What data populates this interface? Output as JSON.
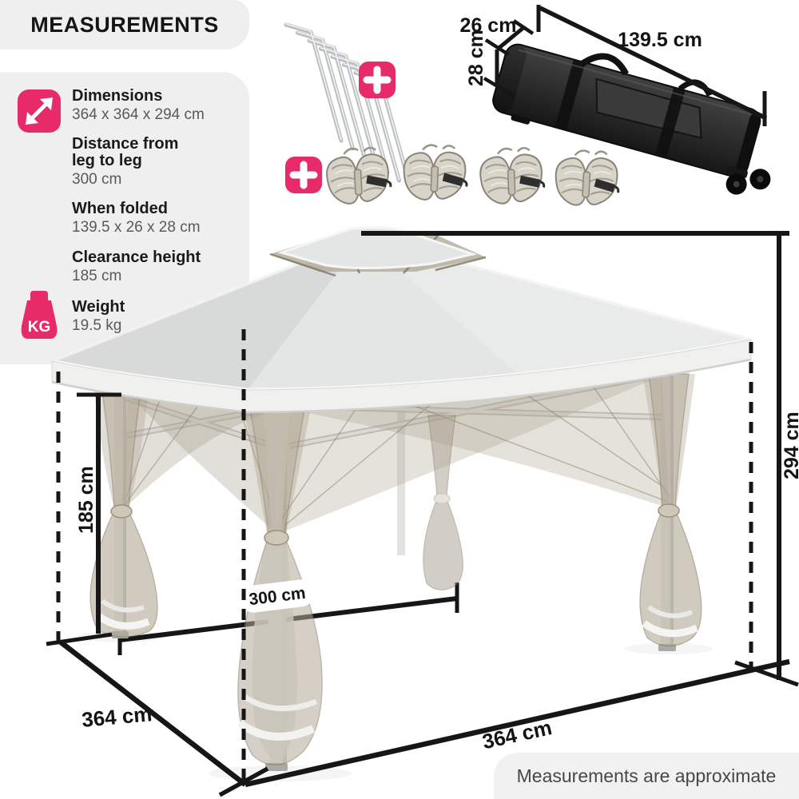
{
  "title": "MEASUREMENTS",
  "specs": [
    {
      "label": "Dimensions",
      "value": "364 x 364 x 294 cm"
    },
    {
      "label": "Distance from leg to leg",
      "value": "300 cm"
    },
    {
      "label": "When folded",
      "value": "139.5 x 26 x 28 cm"
    },
    {
      "label": "Clearance height",
      "value": "185 cm"
    },
    {
      "label": "Weight",
      "value": "19.5 kg"
    }
  ],
  "icons": {
    "kg_label": "KG",
    "dimensions_icon": "diagonal-double-arrow",
    "plus_icon": "plus"
  },
  "bag": {
    "depth": "26 cm",
    "height": "28 cm",
    "length": "139.5 cm"
  },
  "gazebo": {
    "total_height": "294 cm",
    "clearance_height": "185 cm",
    "leg_to_leg": "300 cm",
    "base_left": "364 cm",
    "base_right": "364 cm"
  },
  "footer_note": "Measurements are approximate",
  "colors": {
    "accent_pink": "#e72a68",
    "panel_gray": "#efefef",
    "line_black": "#161616",
    "canopy_gray": "#e6e8e7",
    "mesh_tan": "#a89e8c",
    "bag_black": "#2b2b2b"
  }
}
